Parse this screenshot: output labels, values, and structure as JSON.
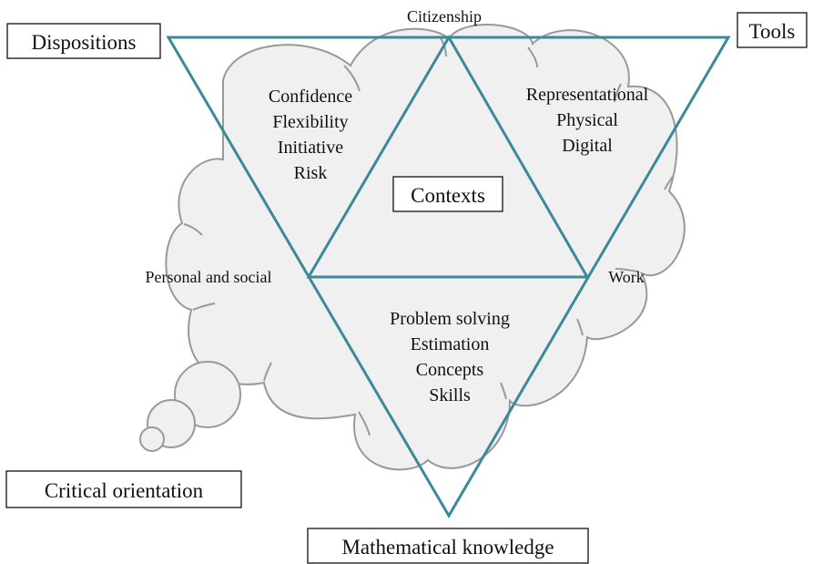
{
  "colors": {
    "triangle": "#3a8a99",
    "cloud_fill": "#f0f0f0",
    "cloud_stroke": "#999999",
    "text": "#111111"
  },
  "dispositions": {
    "label": "Dispositions",
    "items": [
      "Confidence",
      "Flexibility",
      "Initiative",
      "Risk"
    ]
  },
  "tools": {
    "label": "Tools",
    "items": [
      "Representational",
      "Physical",
      "Digital"
    ]
  },
  "mathematical_knowledge": {
    "label": "Mathematical knowledge",
    "items": [
      "Problem solving",
      "Estimation",
      "Concepts",
      "Skills"
    ]
  },
  "contexts": {
    "label": "Contexts",
    "items": [
      "Citizenship",
      "Personal and social",
      "Work"
    ]
  },
  "critical_orientation": {
    "label": "Critical orientation"
  }
}
